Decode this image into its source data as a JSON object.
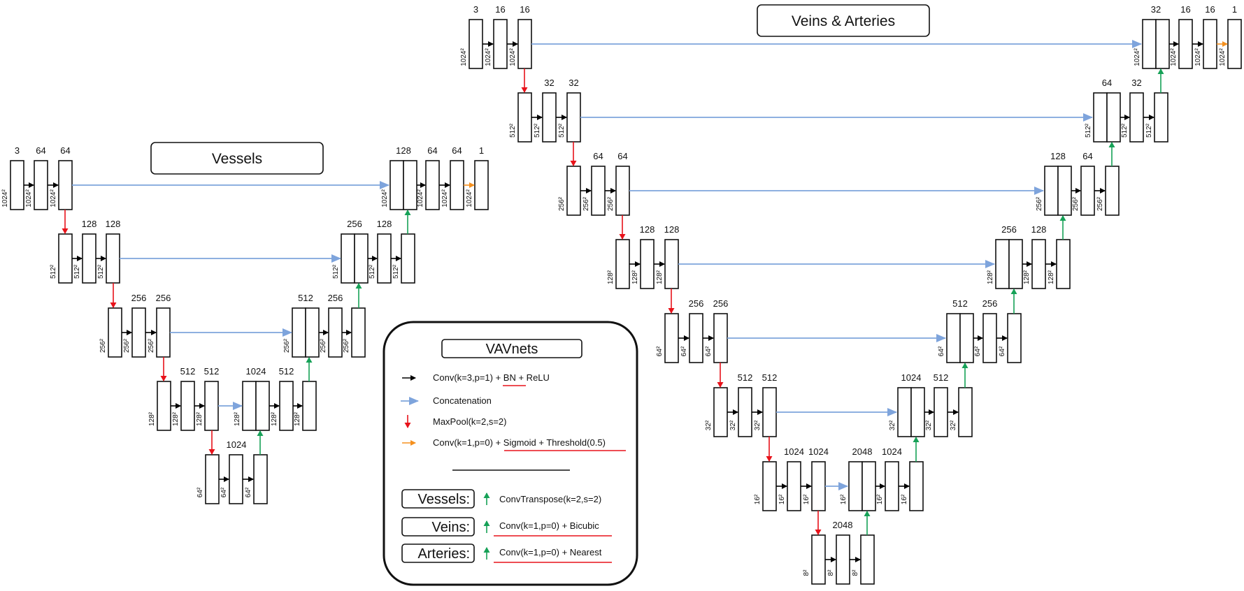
{
  "colors": {
    "conv": "#000000",
    "concat": "#7ea4dc",
    "maxpool": "#e8121a",
    "final": "#f5901e",
    "upsample": "#16a157"
  },
  "vessels": {
    "title": "Vessels",
    "channels": {
      "l1": [
        "3",
        "64",
        "64"
      ],
      "l2": [
        "128",
        "128"
      ],
      "l3": [
        "256",
        "256"
      ],
      "l4": [
        "512",
        "512"
      ],
      "l5": [
        "1024"
      ],
      "d4": [
        "1024",
        "512"
      ],
      "d3": [
        "512",
        "256"
      ],
      "d2": [
        "256",
        "128"
      ],
      "d1": [
        "128",
        "64",
        "64",
        "1"
      ]
    },
    "res": {
      "l1": "1024²",
      "l2": "512²",
      "l3": "256²",
      "l4": "128²",
      "l5": "64²"
    }
  },
  "va": {
    "title": "Veins & Arteries",
    "channels": {
      "l1": [
        "3",
        "16",
        "16"
      ],
      "l2": [
        "32",
        "32"
      ],
      "l3": [
        "64",
        "64"
      ],
      "l4": [
        "128",
        "128"
      ],
      "l5": [
        "256",
        "256"
      ],
      "l6": [
        "512",
        "512"
      ],
      "l7": [
        "1024",
        "1024"
      ],
      "l8": [
        "2048"
      ],
      "d7": [
        "2048",
        "1024"
      ],
      "d6": [
        "1024",
        "512"
      ],
      "d5": [
        "512",
        "256"
      ],
      "d4": [
        "256",
        "128"
      ],
      "d3": [
        "128",
        "64"
      ],
      "d2": [
        "64",
        "32"
      ],
      "d1": [
        "32",
        "16",
        "16",
        "1"
      ]
    },
    "res": {
      "l1": "1024²",
      "l2": "512²",
      "l3": "256²",
      "l4": "128²",
      "l5": "64²",
      "l6": "32²",
      "l7": "16²",
      "l8": "8²"
    }
  },
  "legend": {
    "title": "VAVnets",
    "items": [
      {
        "arrow": "conv",
        "label": "Conv(k=3,p=1) + BN + ReLU"
      },
      {
        "arrow": "concat",
        "label": "Concatenation"
      },
      {
        "arrow": "maxpool",
        "label": "MaxPool(k=2,s=2)"
      },
      {
        "arrow": "final",
        "label": "Conv(k=1,p=0) + Sigmoid + Threshold(0.5)"
      }
    ],
    "upsampling": [
      {
        "button": "Vessels:",
        "label": "ConvTranspose(k=2,s=2)"
      },
      {
        "button": "Veins:",
        "label": "Conv(k=1,p=0) + Bicubic"
      },
      {
        "button": "Arteries:",
        "label": "Conv(k=1,p=0) + Nearest"
      }
    ]
  }
}
